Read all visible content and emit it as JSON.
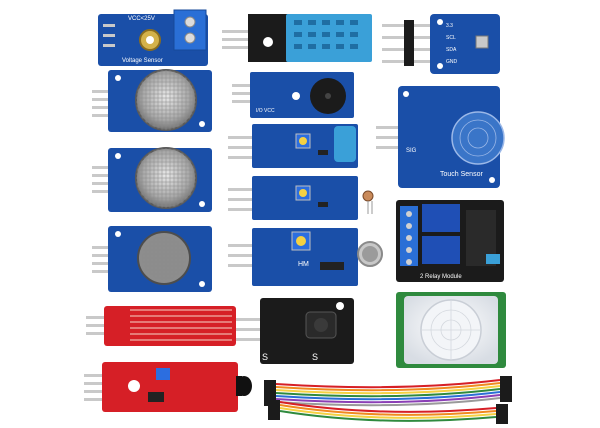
{
  "labels": {
    "voltage_terminal": "VCC<25V",
    "voltage_text": "Voltage Sensor",
    "bmp_pins": [
      "3.3",
      "SCL",
      "SDA",
      "GND"
    ],
    "touch_text": "Touch Sensor",
    "touch_sig": "SIG",
    "relay_text": "2 Relay Module",
    "hm_text": "HM",
    "ir_s": "S",
    "buzzer_text": "I/O VCC"
  },
  "colors": {
    "pcb_blue": "#1a4fa8",
    "pcb_red": "#d61f26",
    "pcb_black": "#1b1b1b",
    "pcb_green": "#2f8a3e",
    "header_pin": "#c9c9c9",
    "dht_body": "#3aa0d8",
    "relay_blue": "#1f4fb5"
  }
}
